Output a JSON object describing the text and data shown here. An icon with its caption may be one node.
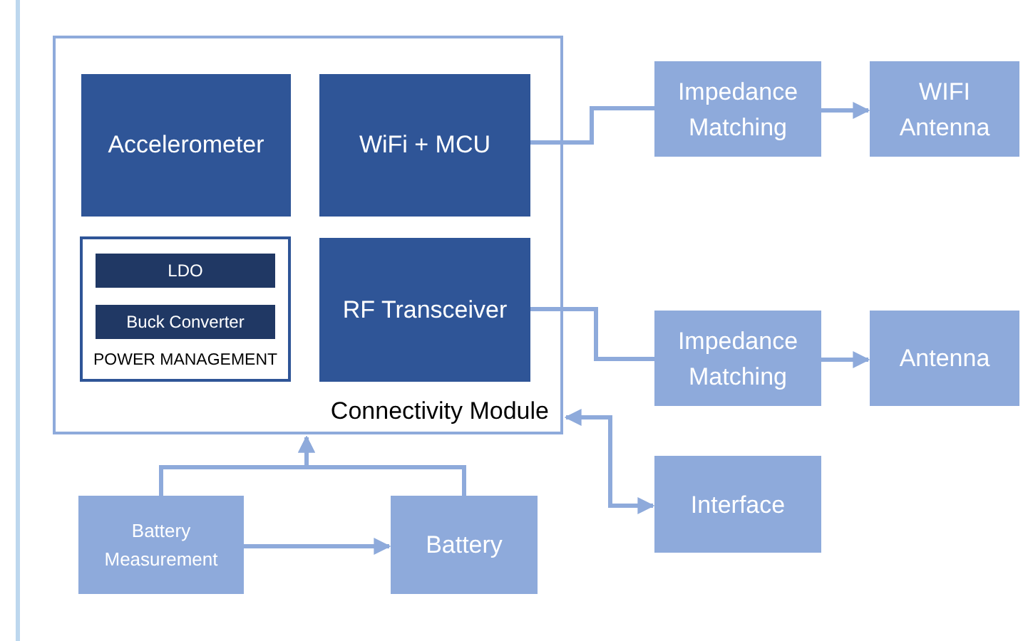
{
  "diagram": {
    "nodes": [
      {
        "text": [
          "Connectivity Module"
        ]
      },
      {
        "text": [
          "Accelerometer"
        ],
        "in": 0
      },
      {
        "text": [
          "WiFi + MCU"
        ],
        "in": 0
      },
      {
        "text": [
          "POWER MANAGEMENT"
        ],
        "in": 0
      },
      {
        "text": [
          "LDO"
        ],
        "in": 3
      },
      {
        "text": [
          "Buck Converter"
        ],
        "in": 3
      },
      {
        "text": [
          "RF Transceiver"
        ],
        "in": 0
      },
      {
        "text": [
          "Impedance Matching"
        ]
      },
      {
        "text": [
          "WIFI Antenna"
        ]
      },
      {
        "text": [
          "Impedance Matching"
        ]
      },
      {
        "text": [
          "Antenna"
        ]
      },
      {
        "text": [
          "Interface"
        ]
      },
      {
        "text": [
          "Battery Measurement"
        ]
      },
      {
        "text": [
          "Battery"
        ]
      }
    ],
    "edges": [
      {
        "from": 2,
        "to": 7,
        "arrow": "none"
      },
      {
        "from": 7,
        "to": 8,
        "arrow": "to"
      },
      {
        "from": 6,
        "to": 9,
        "arrow": "none"
      },
      {
        "from": 9,
        "to": 10,
        "arrow": "to"
      },
      {
        "from": 0,
        "to": 11,
        "arrow": "both"
      },
      {
        "from": 12,
        "to": 0,
        "arrow": "to"
      },
      {
        "from": 13,
        "to": 0,
        "arrow": "to"
      },
      {
        "from": 12,
        "to": 13,
        "arrow": "to"
      }
    ]
  }
}
